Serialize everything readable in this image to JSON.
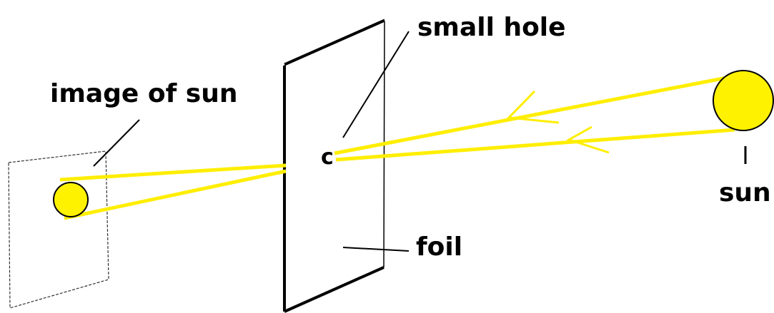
{
  "labels": {
    "small_hole": "small hole",
    "image_of_sun": "image of sun",
    "sun": "sun",
    "foil": "foil"
  },
  "colors": {
    "sun_fill": "#FFF200",
    "ray": "#FFEE00",
    "ink": "#000000",
    "background": "#FFFFFF"
  }
}
